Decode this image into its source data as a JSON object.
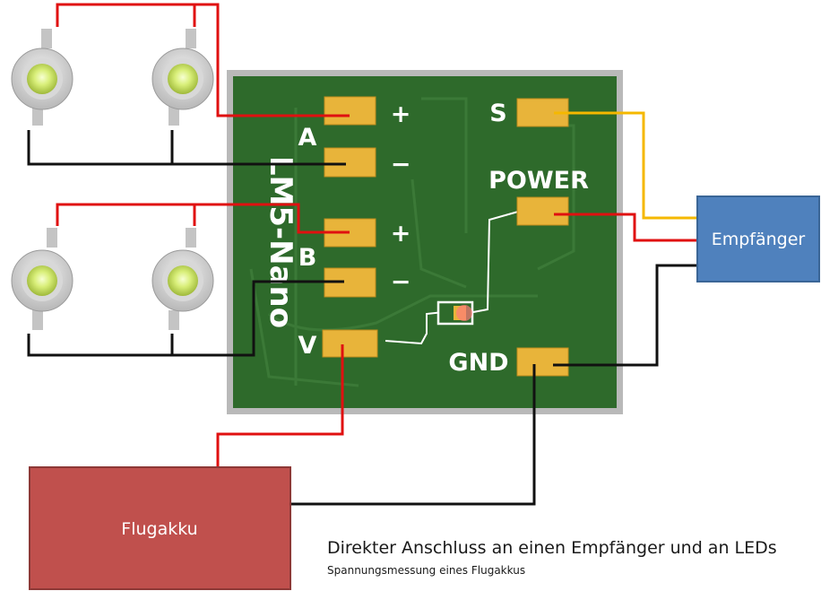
{
  "board": {
    "name": "LM5-Nano",
    "pads": {
      "a": "A",
      "b": "B",
      "v": "V",
      "s": "S",
      "power": "POWER",
      "gnd": "GND",
      "plus": "+",
      "minus": "−"
    }
  },
  "receiver": {
    "label": "Empfänger"
  },
  "battery": {
    "label": "Flugakku"
  },
  "caption": {
    "title": "Direkter Anschluss an einen Empfänger und an LEDs",
    "subtitle": "Spannungsmessung eines Flugakkus"
  },
  "colors": {
    "pcb": "#2e6a2b",
    "pad": "#e8b43a",
    "wire_positive": "#e01010",
    "wire_ground": "#111111",
    "wire_signal": "#f5b800",
    "receiver": "#4f81bd",
    "battery": "#c0504d"
  }
}
